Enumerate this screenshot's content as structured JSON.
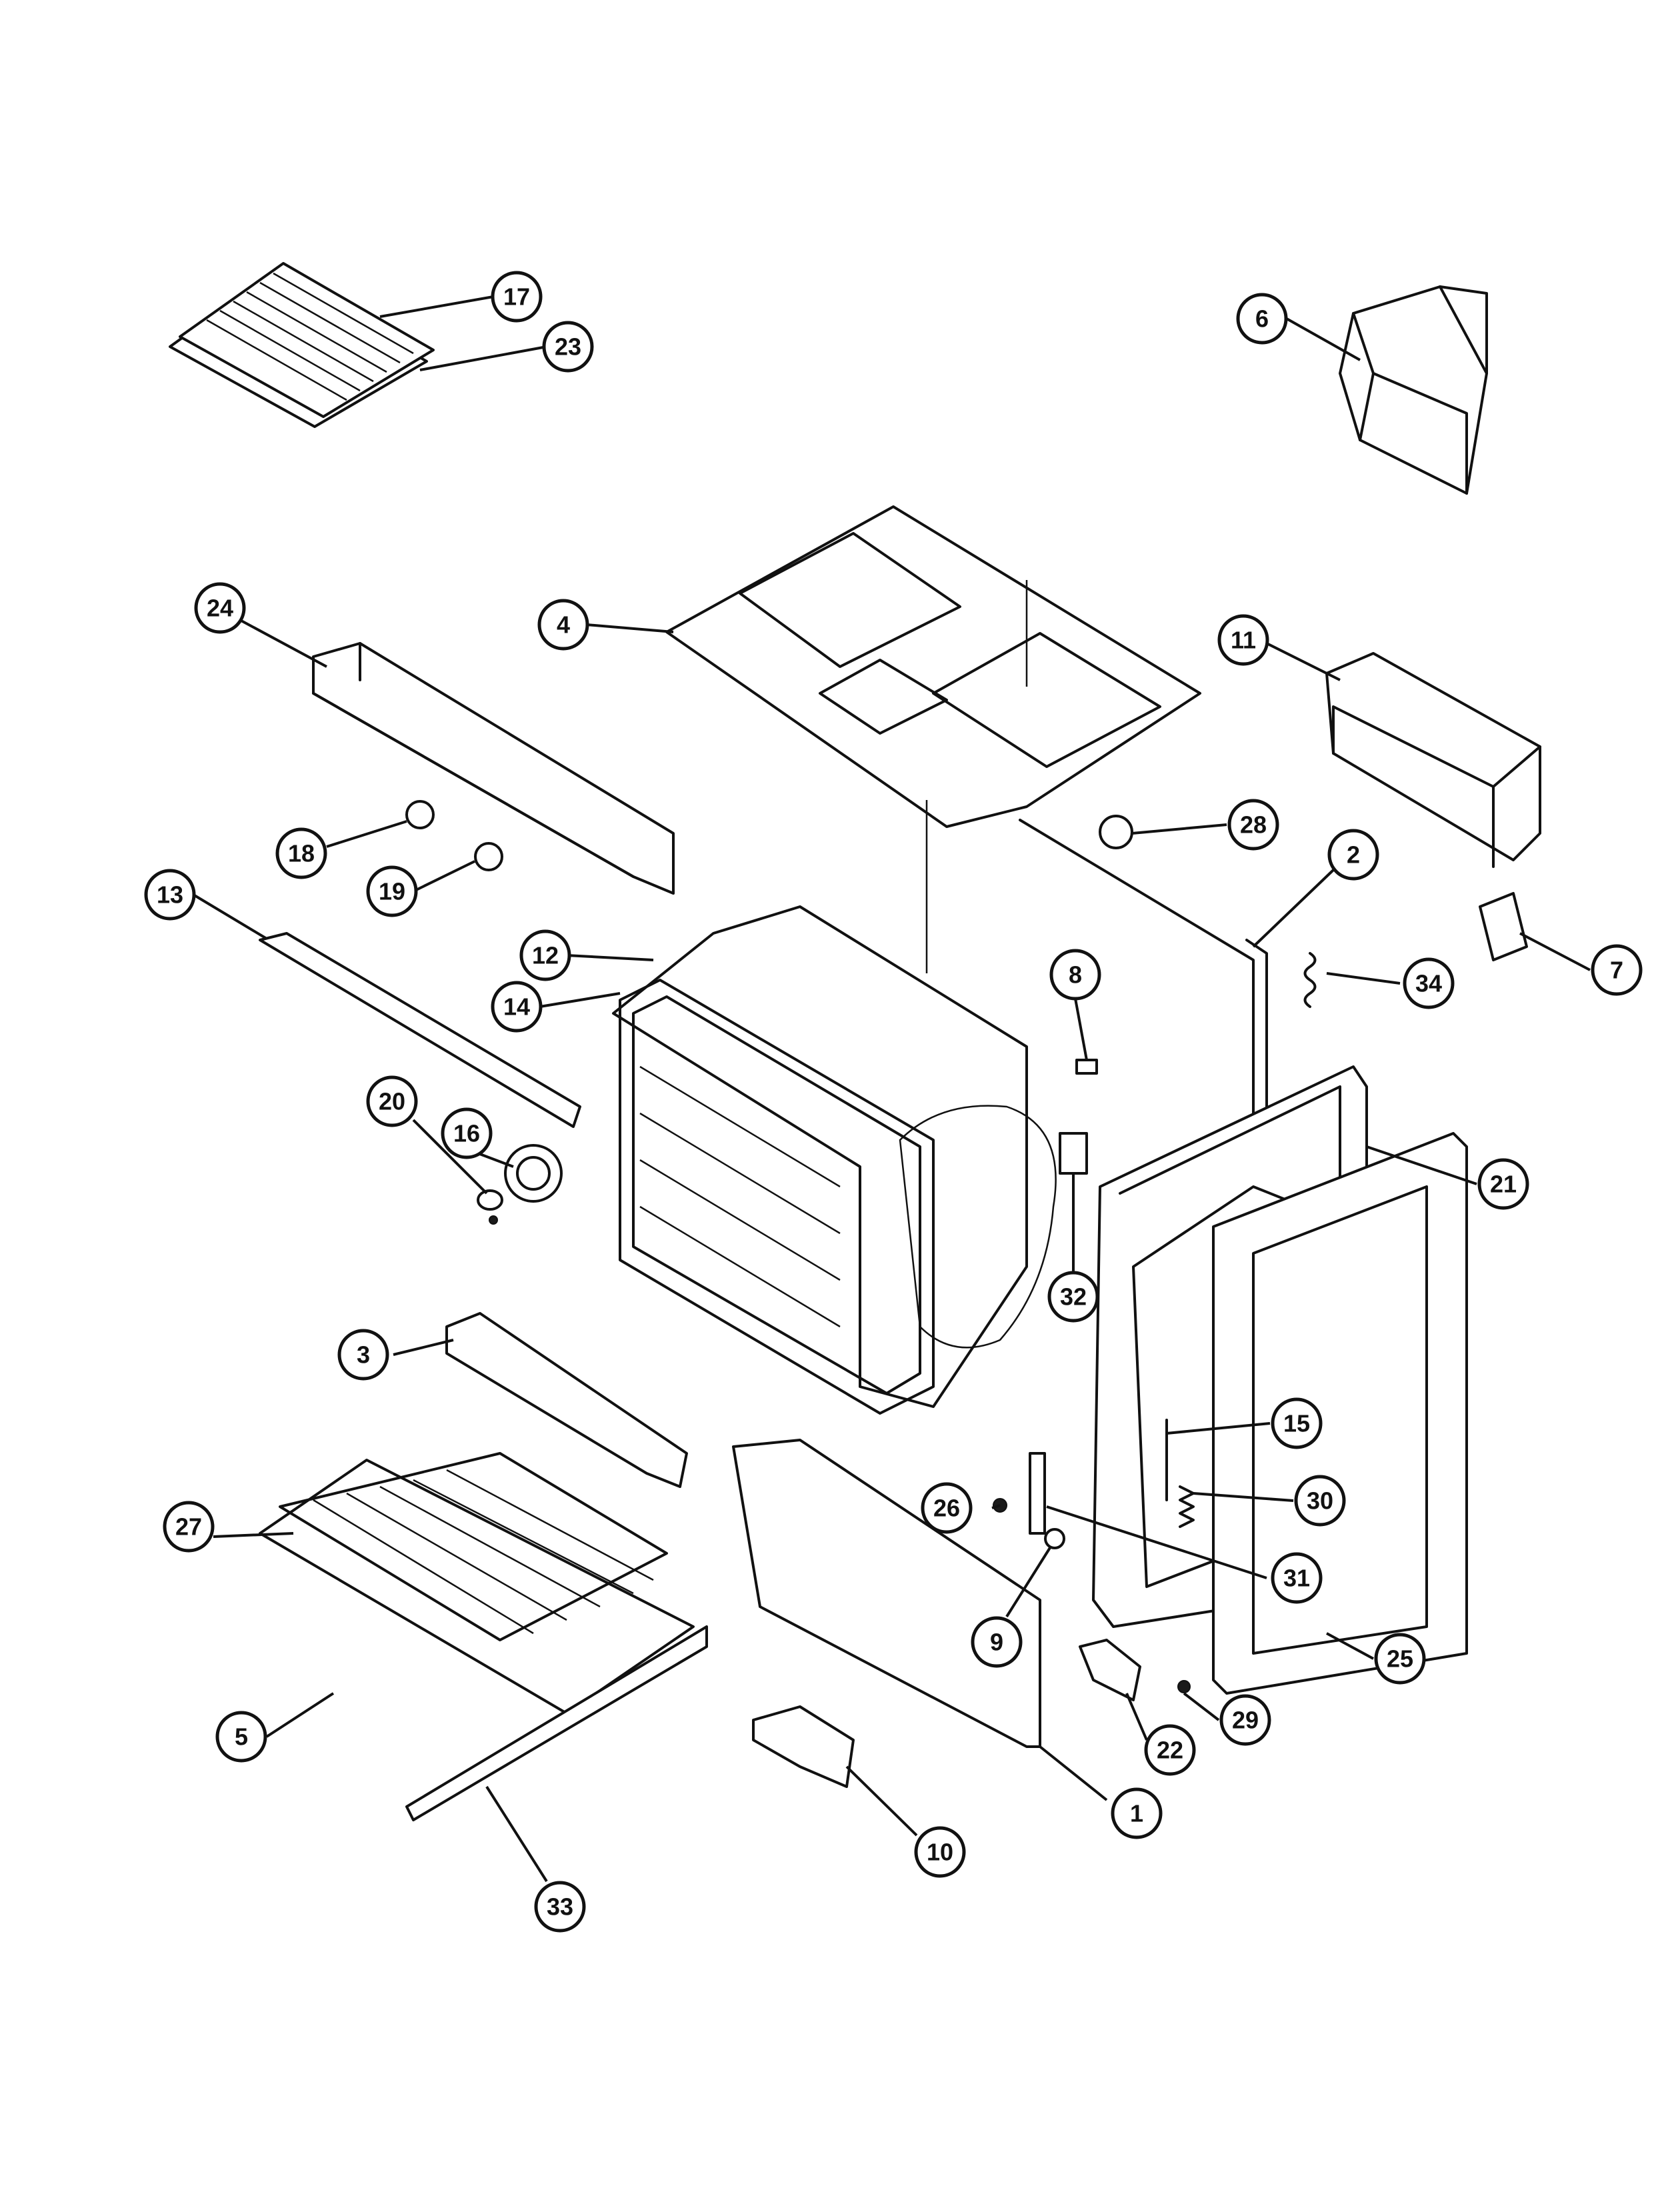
{
  "diagram": {
    "callouts": [
      {
        "id": "17",
        "label": "17"
      },
      {
        "id": "23",
        "label": "23"
      },
      {
        "id": "6",
        "label": "6"
      },
      {
        "id": "24",
        "label": "24"
      },
      {
        "id": "4",
        "label": "4"
      },
      {
        "id": "11",
        "label": "11"
      },
      {
        "id": "18",
        "label": "18"
      },
      {
        "id": "19",
        "label": "19"
      },
      {
        "id": "28",
        "label": "28"
      },
      {
        "id": "13",
        "label": "13"
      },
      {
        "id": "2",
        "label": "2"
      },
      {
        "id": "7",
        "label": "7"
      },
      {
        "id": "12",
        "label": "12"
      },
      {
        "id": "14",
        "label": "14"
      },
      {
        "id": "8",
        "label": "8"
      },
      {
        "id": "34",
        "label": "34"
      },
      {
        "id": "20",
        "label": "20"
      },
      {
        "id": "16",
        "label": "16"
      },
      {
        "id": "21",
        "label": "21"
      },
      {
        "id": "32",
        "label": "32"
      },
      {
        "id": "3",
        "label": "3"
      },
      {
        "id": "15",
        "label": "15"
      },
      {
        "id": "27",
        "label": "27"
      },
      {
        "id": "26",
        "label": "26"
      },
      {
        "id": "30",
        "label": "30"
      },
      {
        "id": "31",
        "label": "31"
      },
      {
        "id": "9",
        "label": "9"
      },
      {
        "id": "25",
        "label": "25"
      },
      {
        "id": "29",
        "label": "29"
      },
      {
        "id": "22",
        "label": "22"
      },
      {
        "id": "5",
        "label": "5"
      },
      {
        "id": "1",
        "label": "1"
      },
      {
        "id": "10",
        "label": "10"
      },
      {
        "id": "33",
        "label": "33"
      }
    ]
  }
}
